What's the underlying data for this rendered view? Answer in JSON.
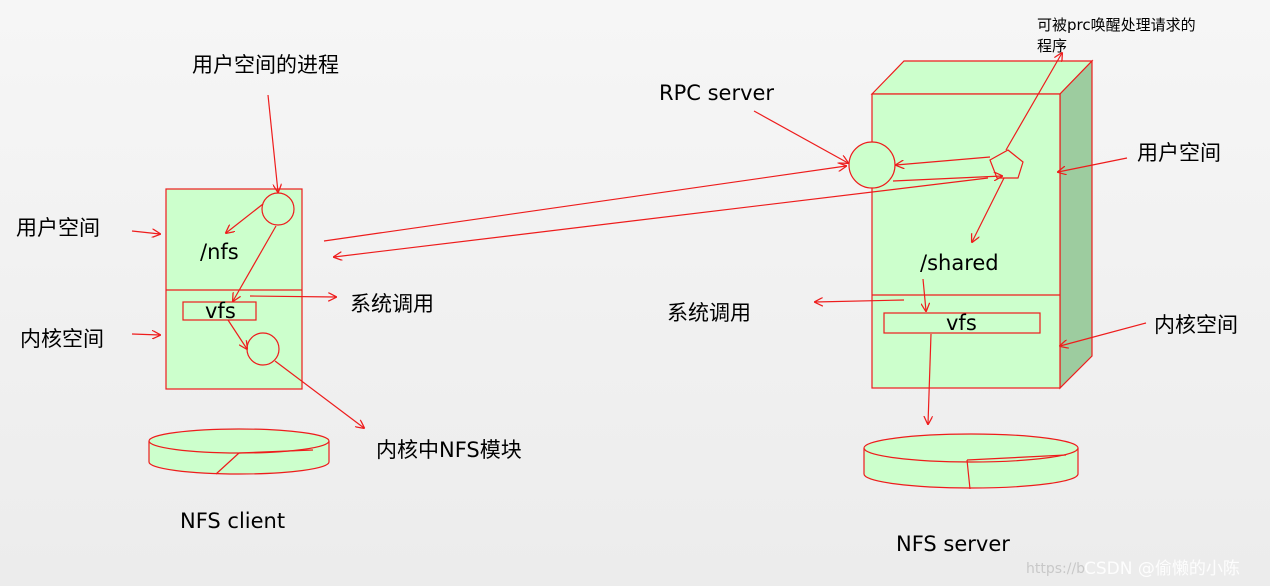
{
  "client": {
    "process_label": "用户空间的进程",
    "user_space": "用户空间",
    "kernel_space": "内核空间",
    "mount_path": "/nfs",
    "vfs": "vfs",
    "syscall": "系统调用",
    "kernel_nfs_module": "内核中NFS模块",
    "caption": "NFS client"
  },
  "server": {
    "rpc_server": "RPC server",
    "rpc_program_line1": "可被prc唤醒处理请求的",
    "rpc_program_line2": "程序",
    "user_space": "用户空间",
    "shared_path": "/shared",
    "syscall": "系统调用",
    "vfs": "vfs",
    "kernel_space": "内核空间",
    "caption": "NFS server"
  },
  "watermark": {
    "faint": "https://b",
    "text": "CSDN @偷懒的小陈"
  },
  "colors": {
    "line": "#ee1c1c",
    "box_fill": "#ccffcc",
    "side_fill": "#9dcc9f"
  }
}
